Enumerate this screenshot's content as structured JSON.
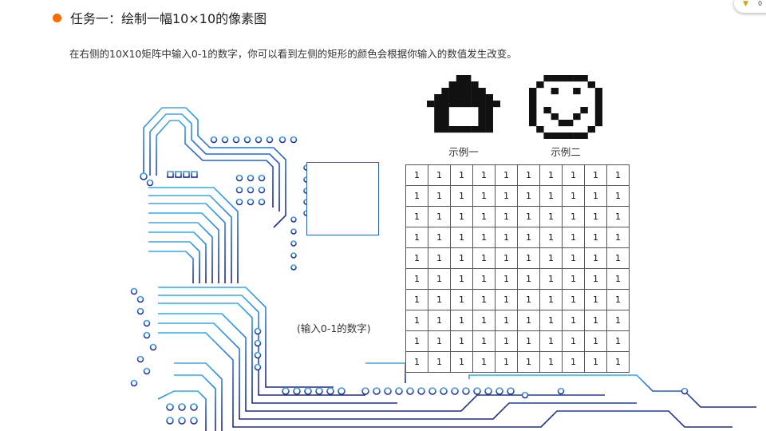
{
  "task": {
    "title": "任务一：绘制一幅10×10的像素图",
    "description": "在右侧的10X10矩阵中输入0-1的数字，你可以看到左侧的矩形的颜色会根据你输入的数值发生改变。",
    "hint": "(输入0-1的数字)"
  },
  "examples": [
    {
      "label": "示例一",
      "icon": "house-pixel-icon",
      "pixels": [
        "0000110000",
        "0001111000",
        "0011111100",
        "0111111110",
        "1111111111",
        "0110000110",
        "0110000110",
        "0110000110",
        "0111111110",
        "0000000000"
      ]
    },
    {
      "label": "示例二",
      "icon": "smiley-pixel-icon",
      "pixels": [
        "0011111100",
        "0100000010",
        "1001001001",
        "1000000001",
        "1000000001",
        "1010000101",
        "1001001001",
        "1000110001",
        "0100000010",
        "0011111100"
      ]
    }
  ],
  "matrix": {
    "rows": [
      [
        "1",
        "1",
        "1",
        "1",
        "1",
        "1",
        "1",
        "1",
        "1",
        "1"
      ],
      [
        "1",
        "1",
        "1",
        "1",
        "1",
        "1",
        "1",
        "1",
        "1",
        "1"
      ],
      [
        "1",
        "1",
        "1",
        "1",
        "1",
        "1",
        "1",
        "1",
        "1",
        "1"
      ],
      [
        "1",
        "1",
        "1",
        "1",
        "1",
        "1",
        "1",
        "1",
        "1",
        "1"
      ],
      [
        "1",
        "1",
        "1",
        "1",
        "1",
        "1",
        "1",
        "1",
        "1",
        "1"
      ],
      [
        "1",
        "1",
        "1",
        "1",
        "1",
        "1",
        "1",
        "1",
        "1",
        "1"
      ],
      [
        "1",
        "1",
        "1",
        "1",
        "1",
        "1",
        "1",
        "1",
        "1",
        "1"
      ],
      [
        "1",
        "1",
        "1",
        "1",
        "1",
        "1",
        "1",
        "1",
        "1",
        "1"
      ],
      [
        "1",
        "1",
        "1",
        "1",
        "1",
        "1",
        "1",
        "1",
        "1",
        "1"
      ],
      [
        "1",
        "1",
        "1",
        "1",
        "1",
        "1",
        "1",
        "1",
        "1",
        "1"
      ]
    ]
  },
  "overlay": {
    "text": "0"
  },
  "colors": {
    "accent": "#ff6a00",
    "preview_border": "#2f63b7",
    "circuit_light": "#3aa8e8",
    "circuit_dark": "#1f2a8a"
  }
}
